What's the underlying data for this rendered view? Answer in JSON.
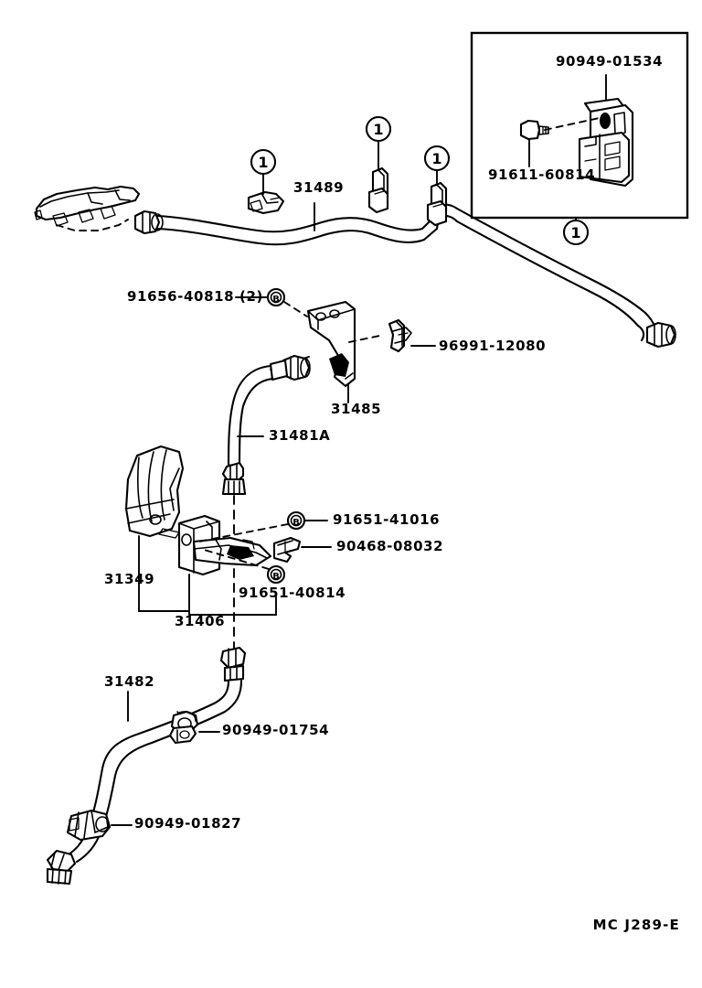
{
  "document": {
    "type": "parts-illustration",
    "footer_code": "MC J289-E",
    "line_color": "#000000",
    "background_color": "#ffffff"
  },
  "inset": {
    "name": "detail-inset-box",
    "callout_number": "1",
    "labels": {
      "top": "90949-01534",
      "bottom": "91611-60814"
    }
  },
  "callouts": [
    {
      "number": "1"
    },
    {
      "number": "1"
    },
    {
      "number": "1"
    }
  ],
  "part_labels": {
    "tube_main": "31489",
    "bolt_bracket": "91656-40818 (2)",
    "clip_upper": "96991-12080",
    "bracket": "31485",
    "hose": "31481A",
    "bolt_cyl_upper": "91651-41016",
    "clip_lower": "90468-08032",
    "bolt_cyl_lower": "91651-40814",
    "cover": "31349",
    "cylinder": "31406",
    "tube_lower": "31482",
    "clamp_mid": "90949-01754",
    "clamp_low": "90949-01827"
  },
  "symbols": {
    "bolt_marker": "B"
  }
}
